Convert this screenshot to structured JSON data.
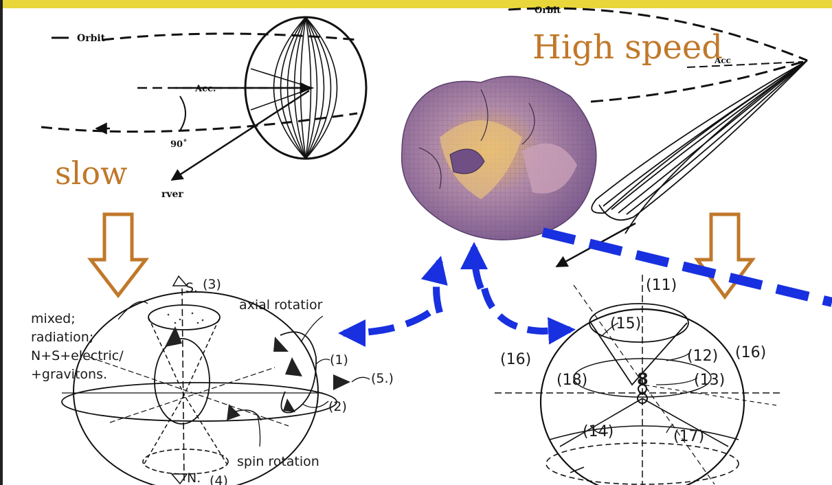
{
  "colors": {
    "top_bar": "#e8d63a",
    "accent_orange": "#c0782a",
    "arrow_blue": "#1830e0",
    "ink": "#111111",
    "surface_purple": "#9b7fb0",
    "surface_gold": "#d8a24a"
  },
  "top_left": {
    "orbit_label": "Orbit",
    "acc_label": "Acc.",
    "angle_label": "90˚",
    "observer_label": "rver",
    "caption": "slow"
  },
  "top_right": {
    "orbit_label": "Orbit",
    "acc_label": "Acc",
    "caption": "High speed"
  },
  "center_surface": {
    "icon": "calabi-yau-surface-icon"
  },
  "bottom_left": {
    "s_label": "S.",
    "n_label": "N.",
    "note_lines": [
      "mixed;",
      "radiation;",
      "N+S+electric/",
      "+gravitons."
    ],
    "axial_label": "axial rotatior",
    "spin_label": "spin rotation",
    "marker_3": "(3)",
    "marker_4": "(4)",
    "marker_1": "(1)",
    "marker_2": "(2)",
    "marker_5": "(5.)"
  },
  "bottom_right": {
    "marker_11": "(11)",
    "marker_15": "(15)",
    "marker_12": "(12)",
    "marker_16a": "(16)",
    "marker_16b": "(16)",
    "marker_13": "(13)",
    "marker_18": "(18)",
    "marker_14": "(14)",
    "marker_17": "(17)",
    "center_glyph": "8"
  }
}
